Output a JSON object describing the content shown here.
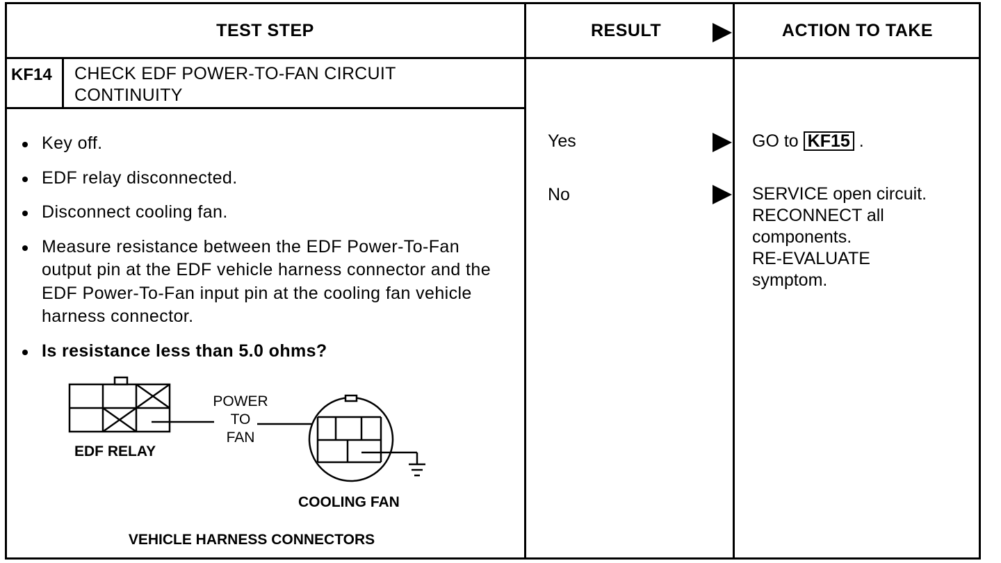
{
  "header": {
    "test_step": "TEST STEP",
    "result": "RESULT",
    "action": "ACTION TO TAKE"
  },
  "step": {
    "id": "KF14",
    "title_line1": "CHECK EDF POWER-TO-FAN CIRCUIT",
    "title_line2": "CONTINUITY"
  },
  "instructions": [
    "Key off.",
    "EDF relay disconnected.",
    "Disconnect cooling fan.",
    "Measure resistance between the EDF Power-To-Fan output pin at the EDF vehicle harness connector and the EDF Power-To-Fan input pin at the cooling fan vehicle harness connector.",
    "Is resistance less than 5.0 ohms?"
  ],
  "results": {
    "yes": "Yes",
    "no": "No"
  },
  "actions": {
    "yes_prefix": "GO to",
    "yes_target": "KF15",
    "yes_suffix": ".",
    "no_lines": [
      "SERVICE open circuit.",
      "RECONNECT all",
      "components.",
      "RE-EVALUATE",
      "symptom."
    ]
  },
  "diagram": {
    "power_to_fan": [
      "POWER",
      "TO",
      "FAN"
    ],
    "edf_relay": "EDF RELAY",
    "cooling_fan": "COOLING FAN",
    "caption": "VEHICLE HARNESS CONNECTORS"
  }
}
